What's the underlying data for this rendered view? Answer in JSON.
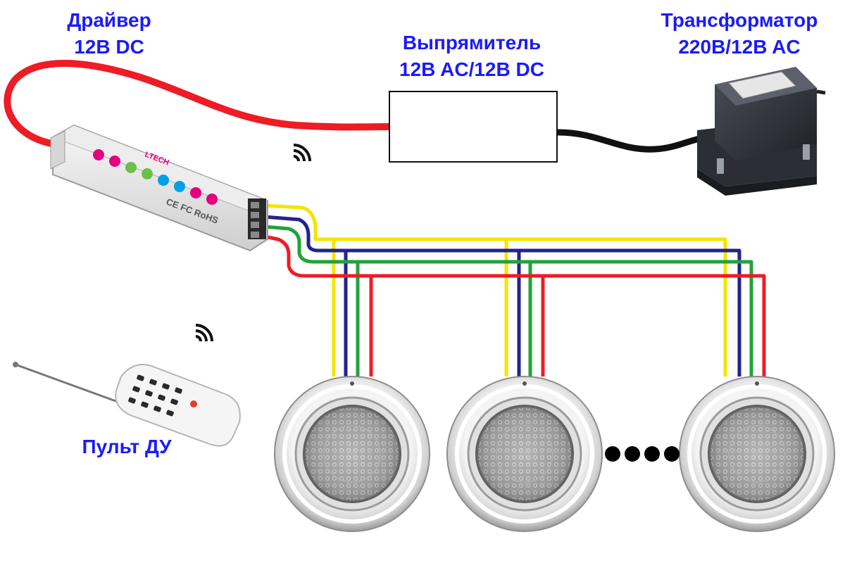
{
  "labels": {
    "driver": {
      "line1": "Драйвер",
      "line2": "12B DC"
    },
    "rectifier": {
      "line1": "Выпрямитель",
      "line2": "12B AC/12B DC"
    },
    "transformer": {
      "line1": "Трансформатор",
      "line2": "220B/12B AC"
    },
    "remote": "Пульт ДУ"
  },
  "controller": {
    "brand": "LTECH",
    "marks": "CE FC RoHS"
  },
  "colors": {
    "label_text": "#1a1aff",
    "cable_power": "#ee1c25",
    "cable_ac": "#111111",
    "wire_yellow": "#f2e600",
    "wire_blue": "#23238e",
    "wire_green": "#22a33a",
    "wire_red": "#ee1c25"
  },
  "icons": {
    "signal": "wifi-signal-icon",
    "more": "ellipsis-dots-icon"
  }
}
